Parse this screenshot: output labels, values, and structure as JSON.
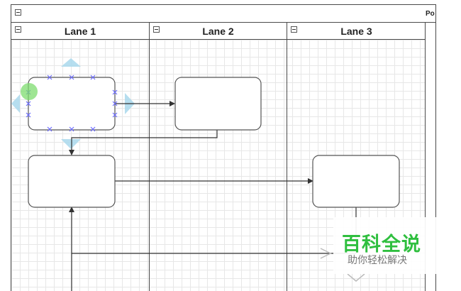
{
  "pool": {
    "title": "Po"
  },
  "lanes": [
    {
      "label": "Lane 1"
    },
    {
      "label": "Lane 2"
    },
    {
      "label": "Lane 3"
    }
  ],
  "colors": {
    "lane_border": "#4a4a4a",
    "grid": "#e7e7e7",
    "shape_stroke": "#555555",
    "selection_handle": "#6b6bff",
    "hover_arrow": "#a9d8ec",
    "connection_point": "#7ddc6f",
    "watermark_green": "#2fbf3f"
  },
  "watermark": {
    "main": "百科全说",
    "sub": "助你轻松解决"
  }
}
